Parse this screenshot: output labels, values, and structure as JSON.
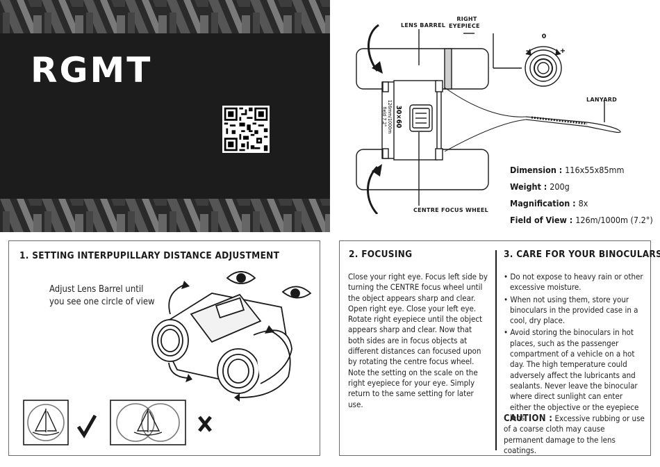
{
  "cover": {
    "brand": "RGMT"
  },
  "diagram": {
    "labels": {
      "lens_barrel": "LENS BARREL",
      "right_eyepiece_line1": "RIGHT",
      "right_eyepiece_line2": "EYEPIECE",
      "centre_focus_wheel": "CENTRE FOCUS WHEEL",
      "lanyard": "LANYARD"
    },
    "dial": {
      "zero": "0",
      "minus": "-",
      "plus": "+"
    },
    "bridge_text": {
      "model": "30×60",
      "field_line1": "126mm/1000m",
      "field_line2": "field 7.2°"
    }
  },
  "specs": [
    {
      "label": "Dimension : ",
      "value": "116x55x85mm"
    },
    {
      "label": "Weight : ",
      "value": "200g"
    },
    {
      "label": "Magnification : ",
      "value": "8x"
    },
    {
      "label": "Field of View : ",
      "value": "126m/1000m (7.2°)"
    }
  ],
  "section1": {
    "heading": "1. SETTING INTERPUPILLARY DISTANCE ADJUSTMENT",
    "instruction_line1": "Adjust Lens Barrel until",
    "instruction_line2": "you see one circle of view"
  },
  "section2": {
    "heading": "2. FOCUSING",
    "body": "Close your right eye. Focus left side by turning the CENTRE focus wheel until the object appears sharp and clear. Open right eye. Close your left eye. Rotate right eyepiece until the object appears sharp and clear. Now that both sides are in focus objects at different distances can focused upon by rotating the centre focus wheel. Note the setting on the scale on the right eyepiece for your eye. Simply return to the same setting for later use."
  },
  "section3": {
    "heading": "3. CARE FOR YOUR BINOCULARS",
    "items": [
      "Do not expose to heavy rain or other excessive moisture.",
      "When not using them, store your binoculars in the provided case in a cool, dry place.",
      "Avoid storing the binoculars in hot places, such as the passenger compartment of a vehicle on a hot day. The high temperature could adversely affect the lubricants and sealants. Never leave the binocular where direct sunlight can enter either the objective or the eyepiece lens."
    ],
    "caution_label": "CAUTION :",
    "caution_text": " Excessive rubbing or use of a coarse cloth may cause permanent damage to the lens coatings."
  },
  "colors": {
    "cover_bg": "#1c1c1c",
    "border": "#6b6b6b",
    "text": "#1a1a1a"
  }
}
